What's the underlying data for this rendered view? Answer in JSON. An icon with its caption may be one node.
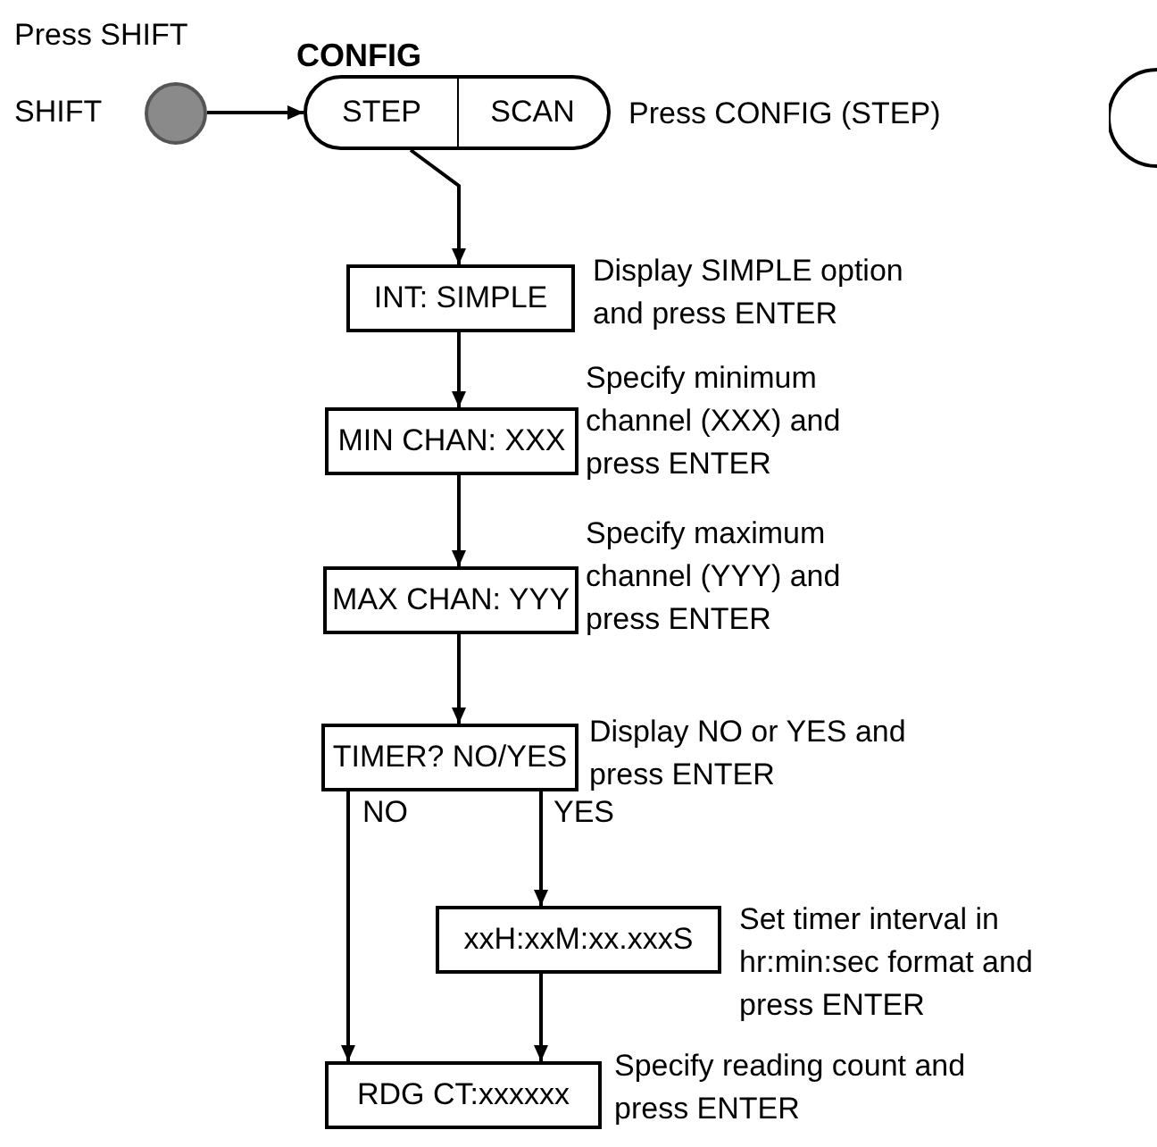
{
  "diagram": {
    "nodes": [
      {
        "text": [
          "SHIFT"
        ],
        "beside": [
          "Press SHIFT"
        ]
      },
      {
        "text": [
          "CONFIG",
          "STEP",
          "SCAN"
        ],
        "beside": [
          "Press CONFIG (STEP)"
        ]
      },
      {
        "text": [
          "INT: SIMPLE"
        ],
        "beside": [
          "Display SIMPLE option and press ENTER"
        ]
      },
      {
        "text": [
          "MIN CHAN: XXX"
        ],
        "beside": [
          "Specify minimum channel (XXX) and press ENTER"
        ]
      },
      {
        "text": [
          "MAX CHAN: YYY"
        ],
        "beside": [
          "Specify maximum channel (YYY) and press ENTER"
        ]
      },
      {
        "text": [
          "TIMER? NO/YES"
        ],
        "beside": [
          "Display NO or YES and press ENTER"
        ]
      },
      {
        "text": [
          "xxH:xxM:xx.xxxS"
        ],
        "beside": [
          "Set timer interval in hr:min:sec format and press ENTER"
        ]
      },
      {
        "text": [
          "RDG CT:xxxxxx"
        ],
        "beside": [
          "Specify reading count and press ENTER"
        ]
      },
      {
        "text": [],
        "shape": "circle"
      }
    ],
    "edges": [
      {
        "from": 0,
        "to": 1,
        "arrow": "to"
      },
      {
        "from": 1,
        "to": 2,
        "arrow": "to"
      },
      {
        "from": 2,
        "to": 3,
        "arrow": "to"
      },
      {
        "from": 3,
        "to": 4,
        "arrow": "to"
      },
      {
        "from": 4,
        "to": 5,
        "arrow": "to"
      },
      {
        "from": 5,
        "to": 7,
        "arrow": "to",
        "label": "NO"
      },
      {
        "from": 5,
        "to": 6,
        "arrow": "to",
        "label": "YES"
      },
      {
        "from": 6,
        "to": 7,
        "arrow": "to"
      }
    ]
  }
}
